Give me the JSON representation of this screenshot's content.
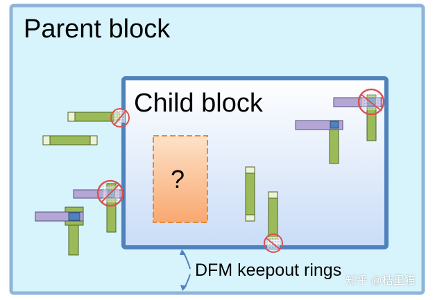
{
  "labels": {
    "parent_block": "Parent block",
    "child_block": "Child block",
    "unknown_block": "?",
    "dfm_keepout_rings": "DFM keepout rings",
    "watermark": "知乎 @桔里猫"
  },
  "colors": {
    "parent_fill": "#d7f3fb",
    "parent_border": "#8fb4d9",
    "child_fill": "#d8e7fb",
    "child_border": "#4f81bd",
    "unknown_fill": "#fbc79a",
    "unknown_border": "#e58a3a",
    "metal_green": "#9bbb59",
    "metal_green_border": "#4f6228",
    "pin_end": "#eef3d8",
    "metal_purple": "#b4a7d6",
    "via_blue": "#4f81bd",
    "keepout_ring": "#d9534f",
    "arrow": "#4f81bd"
  }
}
